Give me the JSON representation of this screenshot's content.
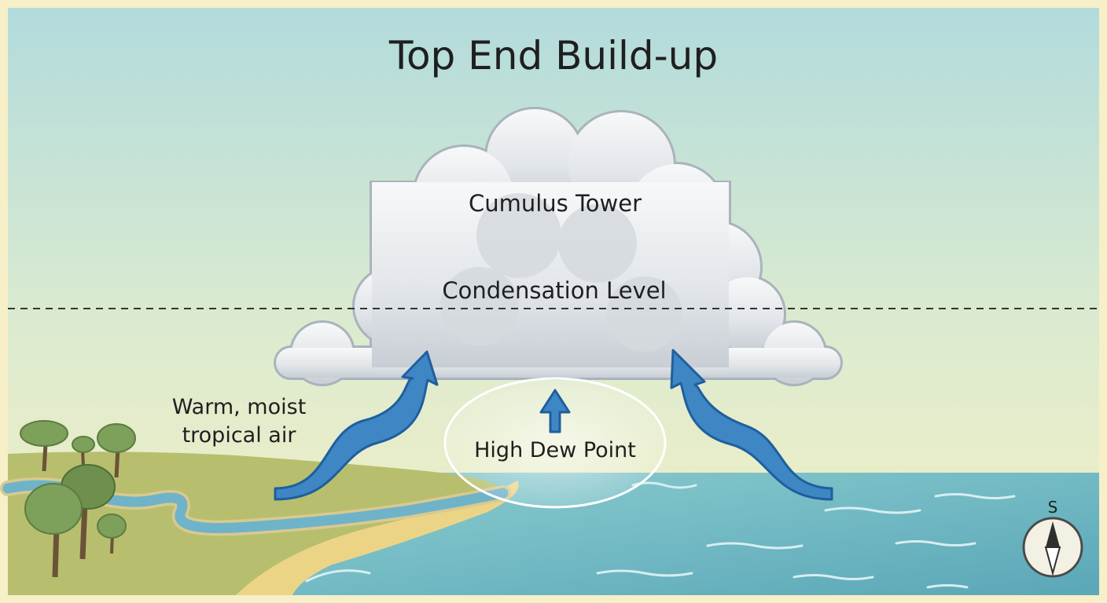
{
  "title": "Top End Build-up",
  "labels": {
    "cumulus": "Cumulus Tower",
    "condensation": "Condensation Level",
    "dew_point": "High Dew Point",
    "air_line1": "Warm, moist",
    "air_line2": "tropical air"
  },
  "compass": {
    "direction": "S"
  },
  "colors": {
    "sky_top": "#b4dcdc",
    "sky_bottom": "#f4efc4",
    "sea": "#6db6c3",
    "land": "#b7bf6e",
    "sand": "#ecd486",
    "river": "#6fb3c9",
    "arrow_fill": "#3f86c4",
    "arrow_stroke": "#1f5f9e",
    "cloud": "#e3e6ea",
    "cloud_stroke": "#a9b3bd",
    "tree": "#7da05a",
    "trunk": "#6a5338"
  }
}
